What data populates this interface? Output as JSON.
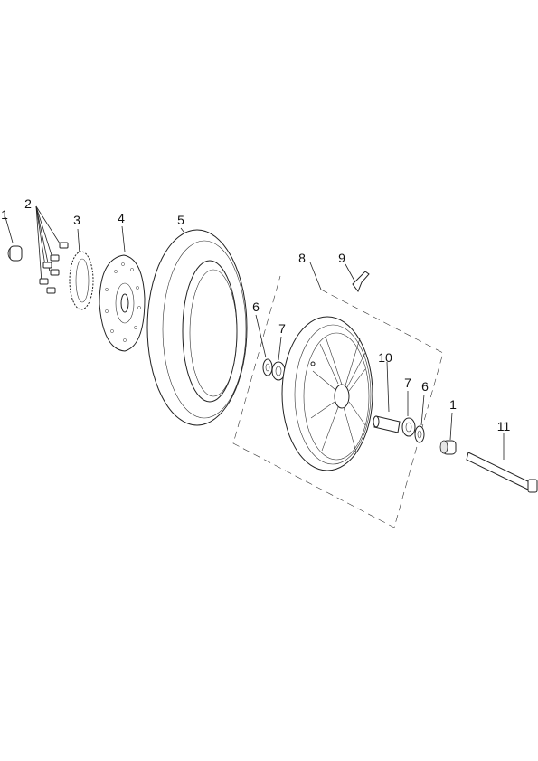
{
  "diagram": {
    "callouts": [
      {
        "id": "c1a",
        "text": "1"
      },
      {
        "id": "c2",
        "text": "2"
      },
      {
        "id": "c3",
        "text": "3"
      },
      {
        "id": "c4",
        "text": "4"
      },
      {
        "id": "c5",
        "text": "5"
      },
      {
        "id": "c6a",
        "text": "6"
      },
      {
        "id": "c7a",
        "text": "7"
      },
      {
        "id": "c8",
        "text": "8"
      },
      {
        "id": "c9",
        "text": "9"
      },
      {
        "id": "c10",
        "text": "10"
      },
      {
        "id": "c7b",
        "text": "7"
      },
      {
        "id": "c6b",
        "text": "6"
      },
      {
        "id": "c1b",
        "text": "1"
      },
      {
        "id": "c11",
        "text": "11"
      }
    ]
  }
}
